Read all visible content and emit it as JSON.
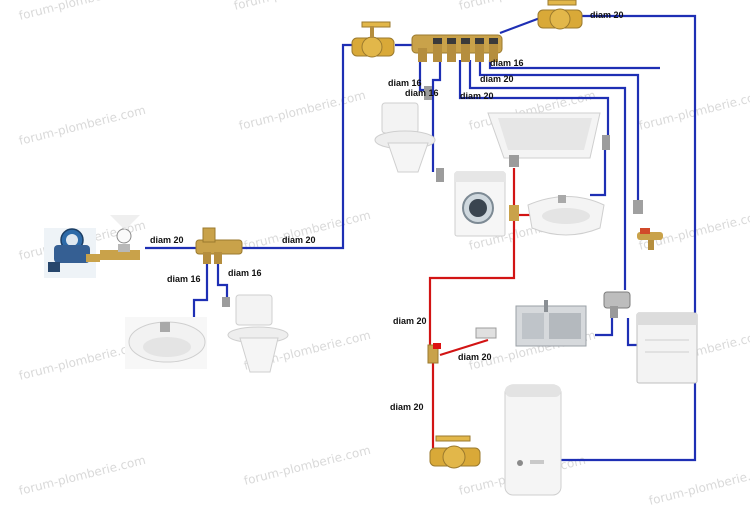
{
  "watermark": "forum-plomberie.com",
  "colors": {
    "cold_pipe": "#1e2fb4",
    "hot_pipe": "#d21414",
    "brass": "#c9a24a",
    "white_fixture": "#f2f2f2"
  },
  "labels": {
    "meter_out": "diam 20",
    "riser": "diam 20",
    "basin_left": "diam 16",
    "wc_left": "diam 16",
    "wc_top": "diam 16",
    "wc_top2": "diam 16",
    "bath": "diam 16",
    "basin_right": "diam 20",
    "sink": "diam 20",
    "top_right": "diam 20",
    "hot_riser": "diam 20",
    "hot_lower": "diam 20",
    "hot_sink": "diam 20"
  },
  "fixtures": [
    "water-meter",
    "pressure-reducer",
    "small-manifold",
    "basin-left",
    "wc-left",
    "main-manifold",
    "ball-valve-left",
    "ball-valve-right",
    "wc-top",
    "bathtub",
    "washing-machine",
    "basin-right",
    "garden-tap",
    "kitchen-sink",
    "dishwasher",
    "water-heater",
    "heater-valve"
  ]
}
